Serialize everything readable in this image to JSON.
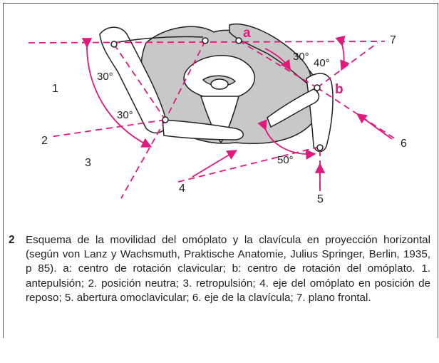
{
  "figure": {
    "angles": {
      "a1": "30°",
      "a2": "30°",
      "a3": "30°",
      "a4": "40°",
      "a5": "50°"
    },
    "points": {
      "a": "a",
      "b": "b"
    },
    "numbers": {
      "n1": "1",
      "n2": "2",
      "n3": "3",
      "n4": "4",
      "n5": "5",
      "n6": "6",
      "n7": "7"
    },
    "colors": {
      "accent": "#e0197d",
      "bone_fill": "#c8c8c8",
      "line": "#222222"
    }
  },
  "caption": {
    "number": "2",
    "text": "Esquema de la movilidad del omóplato y la clavícula en proyección horizontal (según von Lanz y Wachsmuth, Praktische Anatomie, Julius Springer, Berlin, 1935, p 85). a: centro de rotación clavicular; b: centro de rotación del omóplato. 1. antepulsión; 2. posición neutra; 3. retropulsión; 4. eje del omóplato en posición de reposo; 5. abertura omoclavicular; 6. eje de la clavícula; 7. plano frontal."
  }
}
